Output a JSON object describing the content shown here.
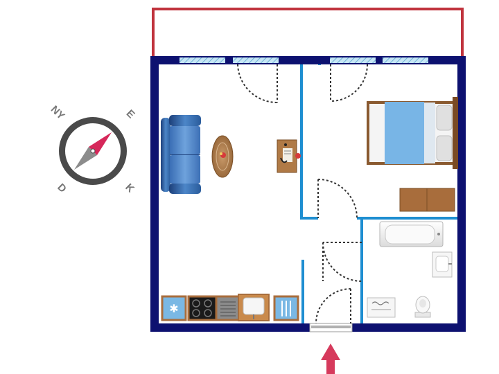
{
  "compass": {
    "labels": {
      "north": "NY",
      "east": "E",
      "south_west": "D",
      "south_east": "K"
    }
  },
  "colors": {
    "outer_wall": "#0d1170",
    "inner_wall": "#1e8ed1",
    "balcony": "#c0333d",
    "window": "#9ecfe6",
    "entrance_arrow": "#d63a5c",
    "sofa": "#2e5fa3",
    "bed_sheet": "#78b5e6",
    "wood": "#a86d3c",
    "compass_needle": "#d6285a"
  },
  "rooms": [
    {
      "name": "living-room"
    },
    {
      "name": "bedroom"
    },
    {
      "name": "bathroom"
    },
    {
      "name": "hallway"
    },
    {
      "name": "balcony"
    }
  ]
}
